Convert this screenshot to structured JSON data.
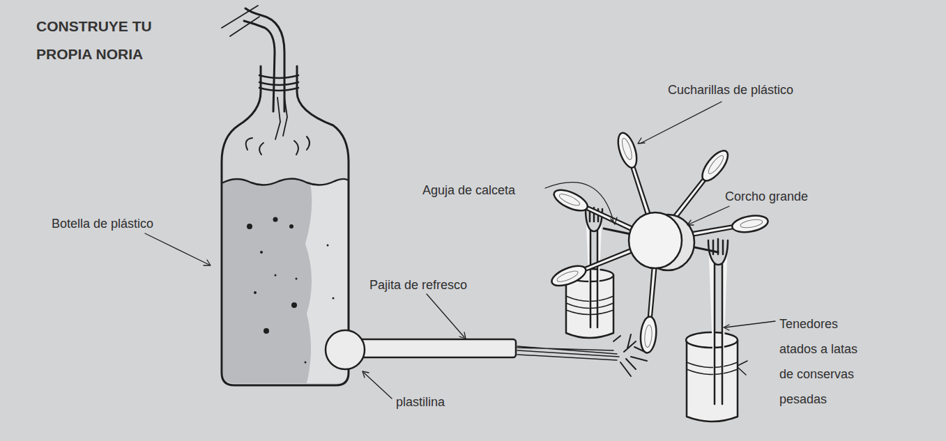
{
  "diagram": {
    "title": "CONSTRUYE TU PROPIA NORIA",
    "labels": [
      "Cucharillas de plástico",
      "Aguja de calceta",
      "Corcho grande",
      "Botella de plástico",
      "Pajita de refresco",
      "Tenedores atados a latas de conservas pesadas",
      "plastilina"
    ]
  }
}
